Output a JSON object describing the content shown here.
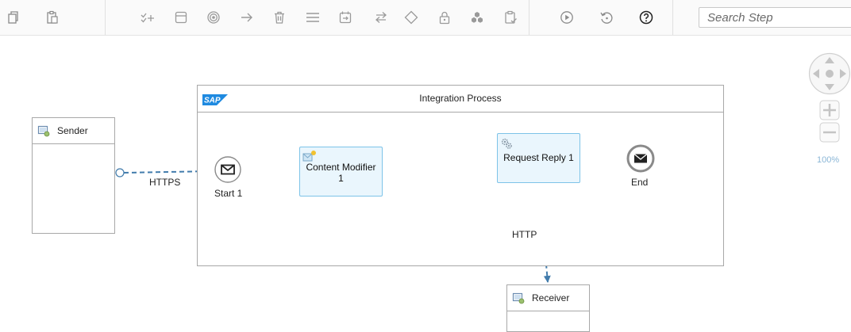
{
  "toolbar": {
    "left_icons": [
      "copy-icon",
      "paste-icon"
    ],
    "tools": [
      "check-add-icon",
      "window-icon",
      "target-icon",
      "arrow-right-icon",
      "delete-icon",
      "menu-icon",
      "calendar-icon",
      "swap-icon",
      "diamond-icon",
      "lock-icon",
      "cubes-icon",
      "clipboard-check-icon"
    ],
    "right_icons": [
      "play-icon",
      "undo-icon",
      "help-icon"
    ],
    "search_placeholder": "Search Step"
  },
  "diagram": {
    "sender_label": "Sender",
    "receiver_label": "Receiver",
    "pool_title": "Integration Process",
    "sap_logo": "SAP",
    "start_label": "Start 1",
    "content_modifier_label": "Content Modifier 1",
    "request_reply_label": "Request Reply 1",
    "end_label": "End",
    "sender_channel": "HTTPS",
    "receiver_channel": "HTTP"
  },
  "navigator": {
    "zoom_level": "100%"
  },
  "colors": {
    "accent": "#427cac",
    "step_fill": "#eaf6fd",
    "step_border": "#7dc3e8",
    "sap_blue": "#1f8ae0"
  }
}
